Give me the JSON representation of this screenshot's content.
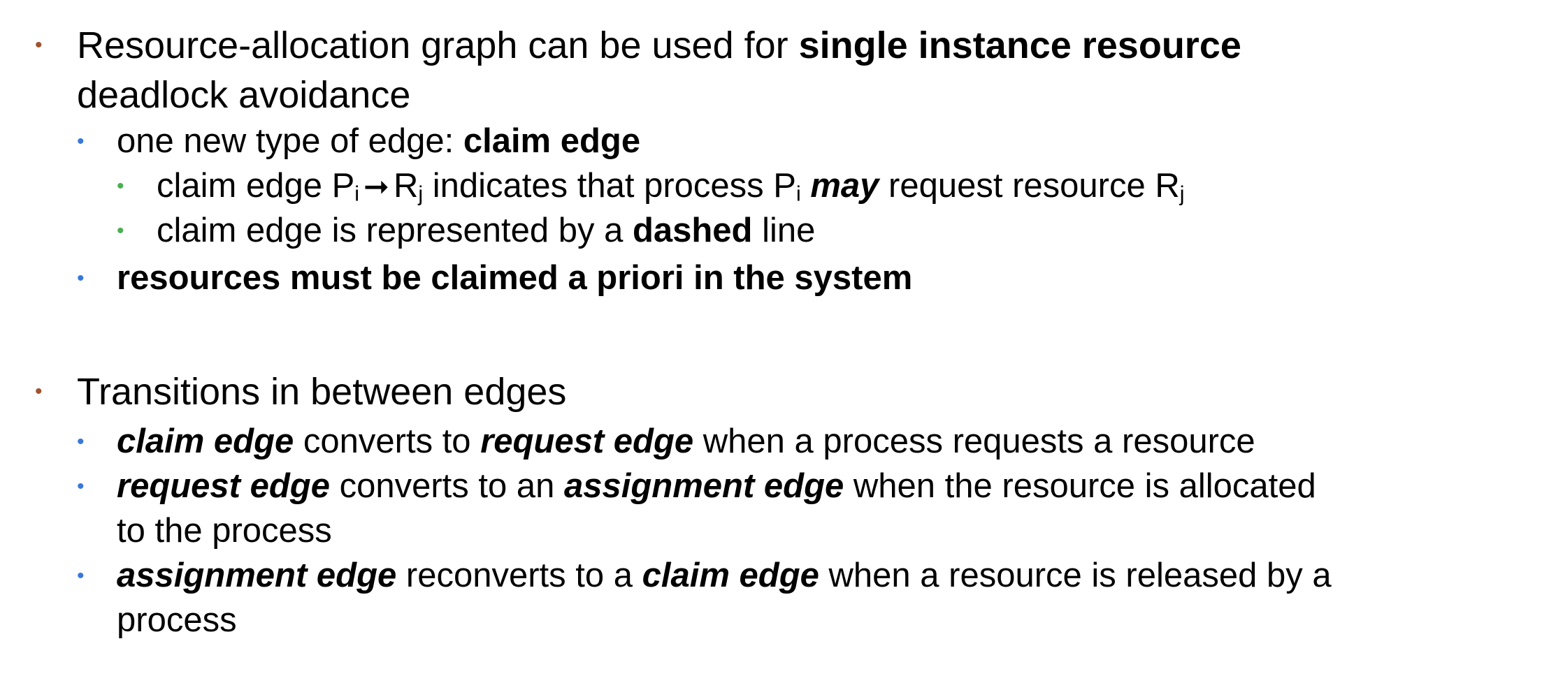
{
  "colors": {
    "level1_bullet": "#a0522d",
    "level2_bullet": "#3a78d8",
    "level3_bullet": "#4caf50",
    "text": "#000000"
  },
  "bullet_glyph": "•",
  "s1": {
    "text_a": "Resource-allocation graph can be used for ",
    "bold_a": "single instance resource",
    "text_b": "deadlock avoidance"
  },
  "s1_1": {
    "text_a": "one new type of edge: ",
    "bold_a": "claim edge"
  },
  "s1_1_1": {
    "text_a": "claim edge P",
    "sub_a": "i",
    "arrow": "➞",
    "text_b": "R",
    "sub_b": "j",
    "text_c": " indicates that process P",
    "sub_c": "i",
    "bi_a": "may",
    "text_d": " request resource R",
    "sub_d": "j"
  },
  "s1_1_2": {
    "text_a": "claim edge is represented by a ",
    "bold_a": "dashed",
    "text_b": " line"
  },
  "s1_2": {
    "bold_a": "resources must be claimed a priori in the system"
  },
  "s2": {
    "text_a": "Transitions in between edges"
  },
  "s2_1": {
    "bi_a": "claim edge",
    "text_a": " converts to ",
    "bi_b": "request edge",
    "text_b": " when a process requests a resource"
  },
  "s2_2": {
    "bi_a": "request edge",
    "text_a": " converts to an ",
    "bi_b": "assignment edge",
    "text_b": " when the  resource is allocated",
    "text_c": "to the process"
  },
  "s2_3": {
    "bi_a": "assignment edge",
    "text_a": " reconverts to a ",
    "bi_b": "claim edge",
    "text_b": " when a resource is released by a",
    "text_c": "process"
  }
}
